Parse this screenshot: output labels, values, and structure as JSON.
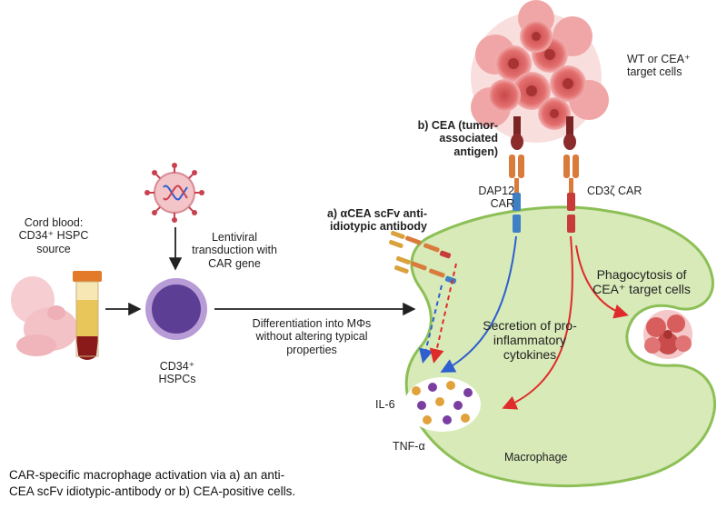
{
  "labels": {
    "cord_blood": "Cord blood: CD34⁺ HSPC source",
    "lentiviral": "Lentiviral transduction with CAR gene",
    "hspcs": "CD34⁺ HSPCs",
    "differentiation": "Differentiation into MΦs without altering typical properties",
    "acea": "a) αCEA scFv anti-idiotypic antibody",
    "cea": "b) CEA (tumor-associated antigen)",
    "target": "WT or CEA⁺ target cells",
    "dap12": "DAP12 CAR",
    "cd3z": "CD3ζ CAR",
    "phagocytosis": "Phagocytosis of CEA⁺ target cells",
    "secretion": "Secretion of pro-inflammatory cytokines",
    "il6": "IL-6",
    "tnfa": "TNF-α",
    "macrophage": "Macrophage"
  },
  "caption": "CAR-specific macrophage activation via a) an anti-CEA scFv idiotypic-antibody or b) CEA-positive cells.",
  "colors": {
    "macrophage_fill": "#d7eab8",
    "macrophage_stroke": "#8dbf56",
    "tumor": "#e06a6a",
    "tumor_dark": "#b03b3b",
    "hspc_ring": "#b79cd6",
    "hspc_core": "#5c3f95",
    "car_orange": "#d97b3a",
    "car_blue": "#3f7fc6",
    "car_red": "#c83b3b",
    "arrow_blue": "#2f5fcf",
    "arrow_red": "#e02b2b",
    "cytokine_orange": "#e1a23b",
    "cytokine_purple": "#7a3ea0"
  }
}
